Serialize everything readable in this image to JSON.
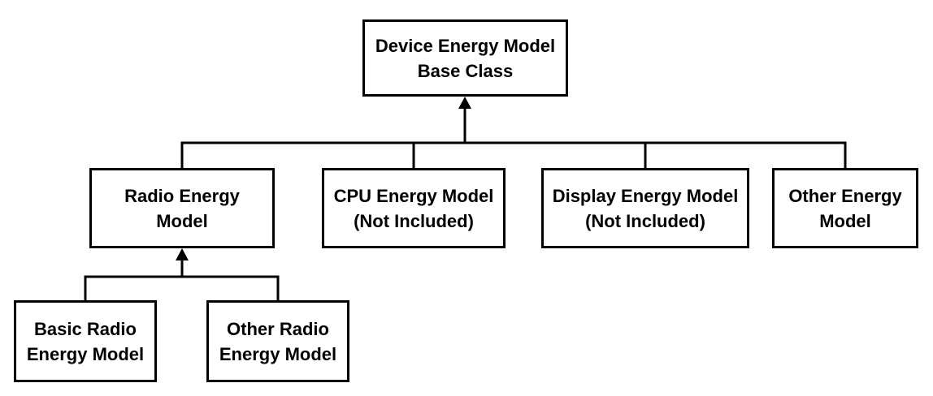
{
  "diagram": {
    "nodes": {
      "base": {
        "line1": "Device Energy Model",
        "line2": "Base Class"
      },
      "radio": {
        "line1": "Radio Energy",
        "line2": "Model"
      },
      "cpu": {
        "line1": "CPU Energy Model",
        "line2": "(Not Included)"
      },
      "display": {
        "line1": "Display Energy Model",
        "line2": "(Not Included)"
      },
      "other": {
        "line1": "Other Energy",
        "line2": "Model"
      },
      "basic_radio": {
        "line1": "Basic Radio",
        "line2": "Energy Model"
      },
      "other_radio": {
        "line1": "Other Radio",
        "line2": "Energy Model"
      }
    },
    "edges": [
      {
        "from": "radio",
        "to": "base",
        "type": "inheritance"
      },
      {
        "from": "cpu",
        "to": "base",
        "type": "inheritance"
      },
      {
        "from": "display",
        "to": "base",
        "type": "inheritance"
      },
      {
        "from": "other",
        "to": "base",
        "type": "inheritance"
      },
      {
        "from": "basic_radio",
        "to": "radio",
        "type": "inheritance"
      },
      {
        "from": "other_radio",
        "to": "radio",
        "type": "inheritance"
      }
    ],
    "line_color": "#000000"
  }
}
